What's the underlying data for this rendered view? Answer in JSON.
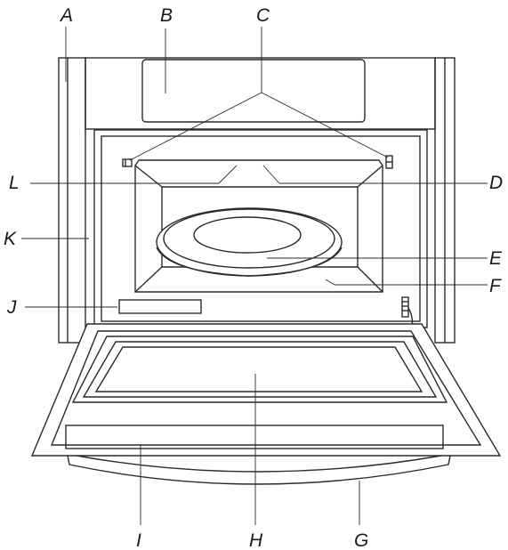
{
  "callouts": {
    "A": "A",
    "B": "B",
    "C": "C",
    "D": "D",
    "E": "E",
    "F": "F",
    "G": "G",
    "H": "H",
    "I": "I",
    "J": "J",
    "K": "K",
    "L": "L"
  }
}
